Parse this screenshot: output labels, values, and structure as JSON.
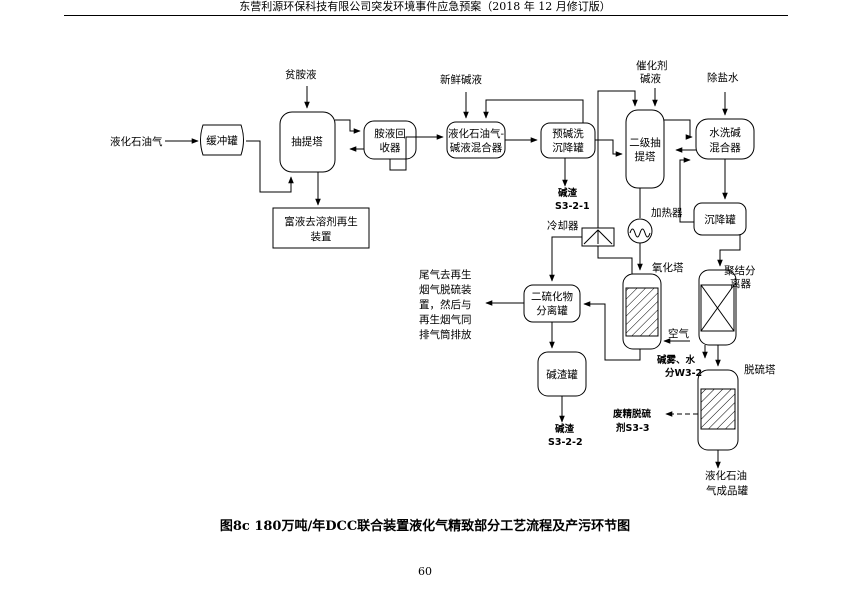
{
  "header": {
    "title": "东营利源环保科技有限公司突发环境事件应急预案（2018 年 12 月修订版）"
  },
  "diagram": {
    "inputs": {
      "lpg_feed": "液化石油气",
      "lean_amine": "贫胺液",
      "fresh_caustic": "新鲜碱液",
      "catalyst_caustic_1": "催化剂",
      "catalyst_caustic_2": "碱液",
      "desalted_water": "除盐水",
      "air": "空气"
    },
    "equipment": {
      "buffer_tank": "缓冲罐",
      "extraction_tower": "抽提塔",
      "amine_recovery_1": "胺液回",
      "amine_recovery_2": "收器",
      "lpg_caustic_mixer_1": "液化石油气-",
      "lpg_caustic_mixer_2": "碱液混合器",
      "prewash_settler_1": "预碱洗",
      "prewash_settler_2": "沉降罐",
      "secondary_extraction_1": "二级抽",
      "secondary_extraction_2": "提塔",
      "water_wash_mixer_1": "水洗碱",
      "water_wash_mixer_2": "混合器",
      "settling_tank": "沉降罐",
      "heater": "加热器",
      "cooler": "冷却器",
      "oxidation_tower": "氧化塔",
      "coalescer_1": "聚结分",
      "coalescer_2": "离器",
      "disulfide_separator_1": "二硫化物",
      "disulfide_separator_2": "分离罐",
      "caustic_residue_tank": "碱渣罐",
      "desulfurization_tower": "脱硫塔",
      "regeneration_1": "富液去溶剂再生",
      "regeneration_2": "装置"
    },
    "outputs": {
      "tail_gas_1": "尾气去再生",
      "tail_gas_2": "烟气脱硫装",
      "tail_gas_3": "置，然后与",
      "tail_gas_4": "再生烟气同",
      "tail_gas_5": "排气筒排放",
      "residue_a_label": "碱渣",
      "residue_a_code": "S3-2-1",
      "residue_b_label": "碱渣",
      "residue_b_code": "S3-2-2",
      "mist_1": "碱雾、水",
      "mist_2": "分W3-2",
      "spent_1": "废精脱硫",
      "spent_2": "剂S3-3",
      "product_1": "液化石油",
      "product_2": "气成品罐"
    }
  },
  "caption": "图8c 180万吨/年DCC联合装置液化气精致部分工艺流程及产污环节图",
  "page_number": "60"
}
